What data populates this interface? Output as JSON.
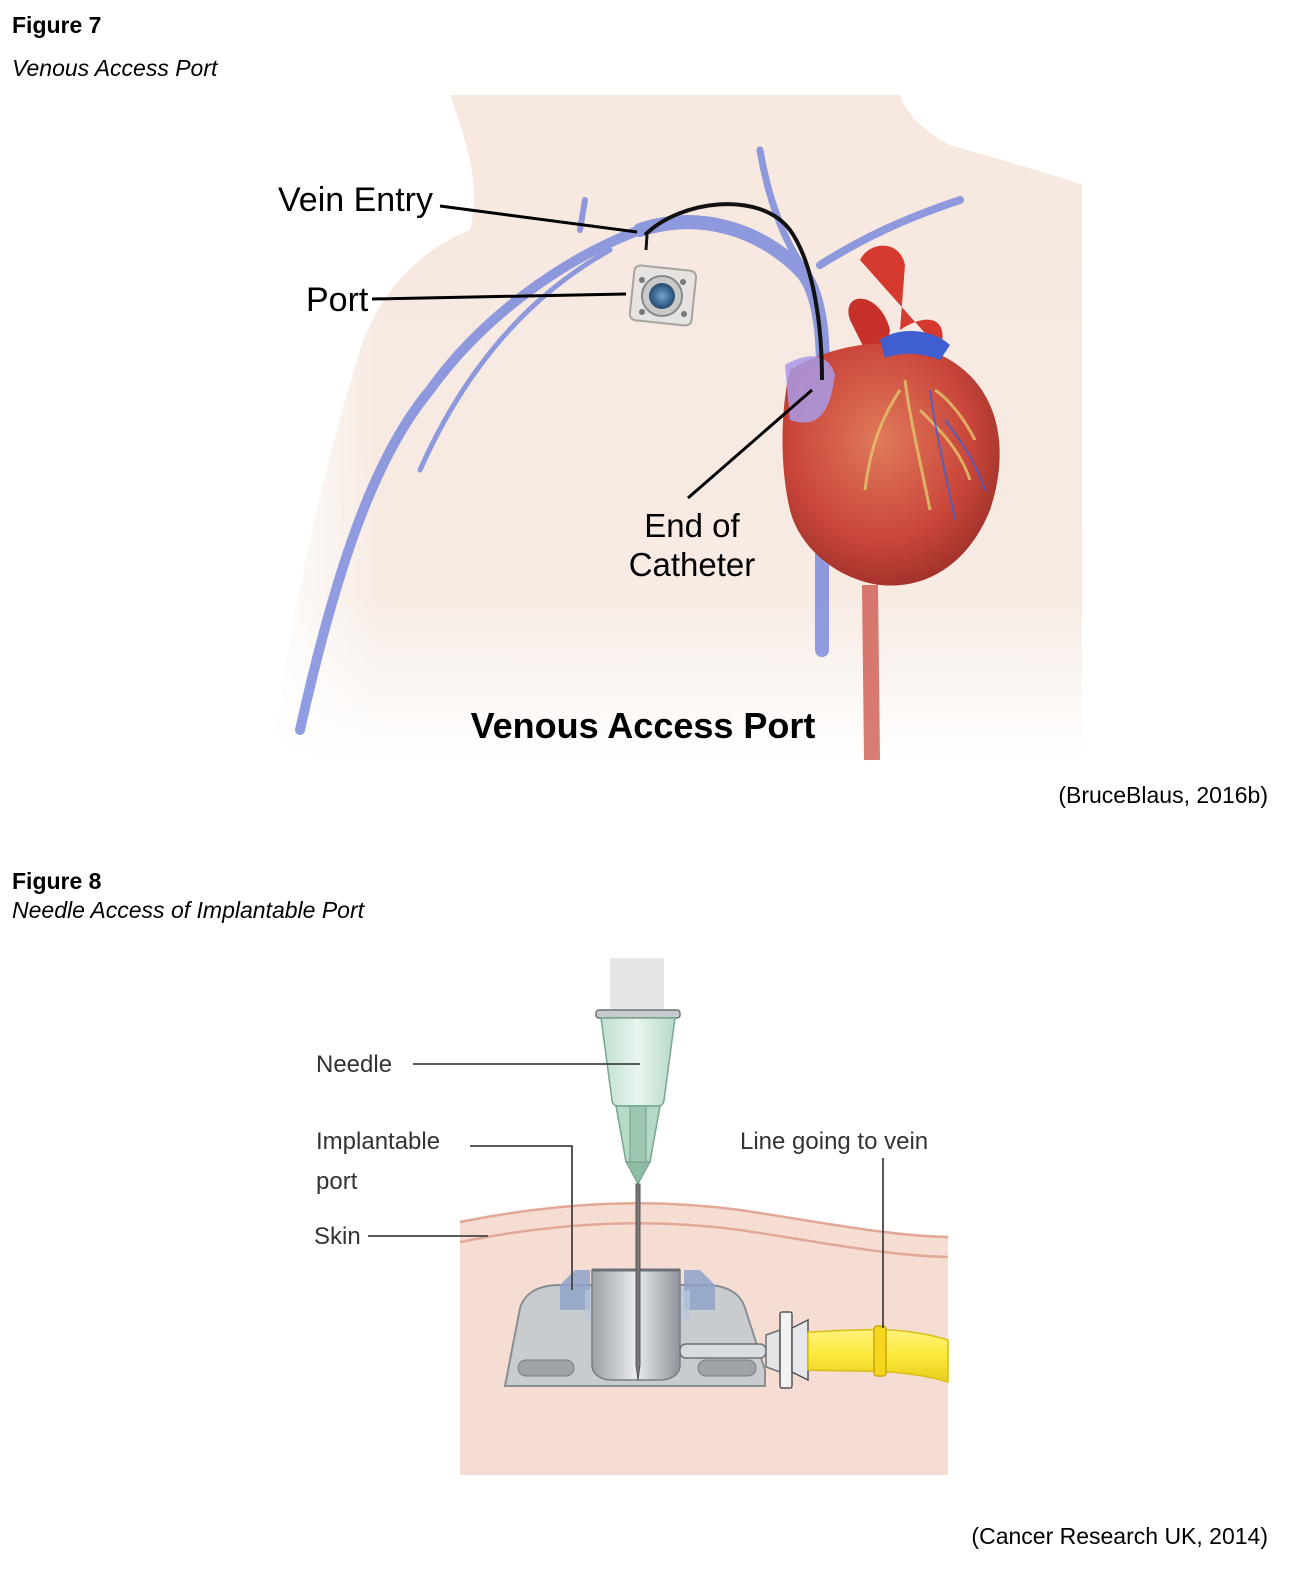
{
  "figure7": {
    "number": "Figure 7",
    "caption": "Venous Access Port",
    "labels": {
      "vein_entry": "Vein Entry",
      "port": "Port",
      "end_of_catheter_line1": "End of",
      "end_of_catheter_line2": "Catheter",
      "title": "Venous Access Port"
    },
    "credit": "(BruceBlaus, 2016b)"
  },
  "figure8": {
    "number": "Figure 8",
    "caption": "Needle Access of Implantable Port",
    "labels": {
      "needle": "Needle",
      "implantable_port_line1": "Implantable",
      "implantable_port_line2": "port",
      "skin": "Skin",
      "line_going_to_vein": "Line going to vein"
    },
    "credit": "(Cancer Research UK, 2014)"
  },
  "colors": {
    "skin_tone": "#f4e1d6",
    "vein_blue": "#6f7fd8",
    "heart_red": "#c9453a",
    "tissue_pink": "#f6ddd3",
    "skin_line": "#e2a896",
    "port_gray": "#c9cccf",
    "tube_yellow": "#fbe93a"
  }
}
